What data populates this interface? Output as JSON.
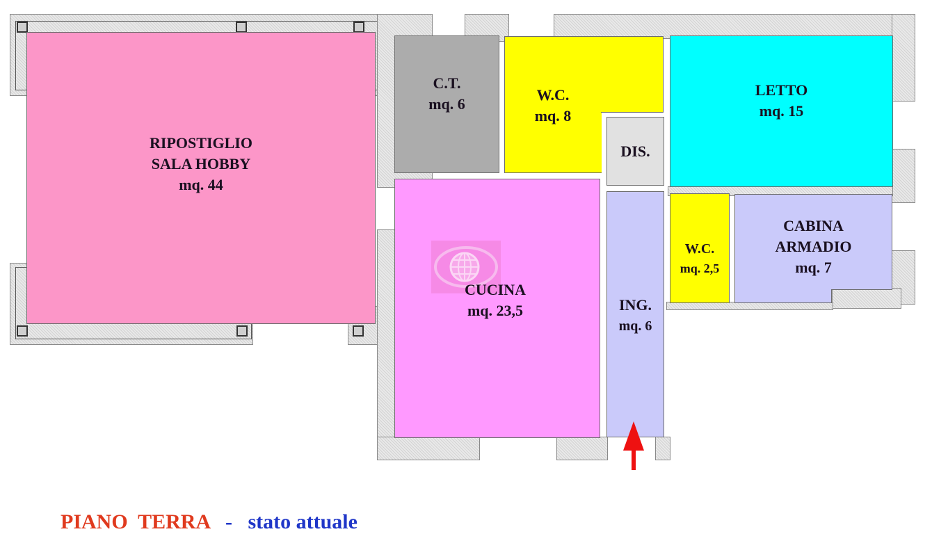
{
  "floor_plan": {
    "title": {
      "floor": "PIANO  TERRA",
      "separator": "-",
      "status": "stato attuale",
      "floor_color": "#e03a1e",
      "status_color": "#1f36c8"
    },
    "rooms": [
      {
        "id": "ripostiglio",
        "name_line1": "RIPOSTIGLIO",
        "name_line2": "SALA HOBBY",
        "area": "mq. 44",
        "color": "#fc96c8"
      },
      {
        "id": "ct",
        "name_line1": "C.T.",
        "area": "mq. 6",
        "color": "#acacac"
      },
      {
        "id": "wc1",
        "name_line1": "W.C.",
        "area": "mq. 8",
        "color": "#ffff00"
      },
      {
        "id": "dis",
        "name_line1": "DIS.",
        "area": "",
        "color": "#e1e1e1"
      },
      {
        "id": "letto",
        "name_line1": "LETTO",
        "area": "mq. 15",
        "color": "#00ffff"
      },
      {
        "id": "cucina",
        "name_line1": "CUCINA",
        "area": "mq. 23,5",
        "color": "#ff99ff"
      },
      {
        "id": "ingresso",
        "name_line1": "ING.",
        "area": "mq. 6",
        "color": "#cacafa"
      },
      {
        "id": "wc2",
        "name_line1": "W.C.",
        "area": "mq. 2,5",
        "color": "#ffff00"
      },
      {
        "id": "cabina",
        "name_line1": "CABINA",
        "name_line2": "ARMADIO",
        "area": "mq. 7",
        "color": "#cacafa"
      }
    ],
    "entrance_arrow": {
      "icon": "arrow-up-icon",
      "color": "#ee1111"
    },
    "watermark": {
      "icon": "globe-icon"
    }
  }
}
